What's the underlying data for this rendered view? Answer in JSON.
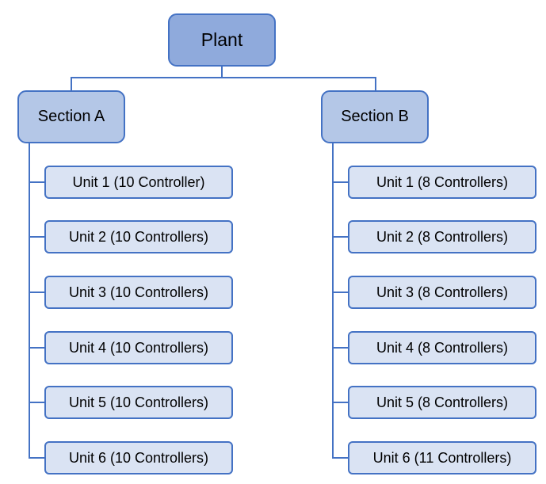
{
  "root": {
    "label": "Plant"
  },
  "sections": [
    {
      "label": "Section A",
      "units": [
        "Unit 1 (10 Controller)",
        "Unit 2 (10 Controllers)",
        "Unit 3 (10 Controllers)",
        "Unit 4 (10 Controllers)",
        "Unit 5 (10 Controllers)",
        "Unit 6 (10 Controllers)"
      ]
    },
    {
      "label": "Section B",
      "units": [
        "Unit 1 (8 Controllers)",
        "Unit 2 (8 Controllers)",
        "Unit 3 (8 Controllers)",
        "Unit 4 (8 Controllers)",
        "Unit 5 (8 Controllers)",
        "Unit 6 (11 Controllers)"
      ]
    }
  ],
  "colors": {
    "root_fill": "#8faadc",
    "section_fill": "#b4c7e7",
    "unit_fill": "#dae3f3",
    "border": "#4472c4"
  }
}
